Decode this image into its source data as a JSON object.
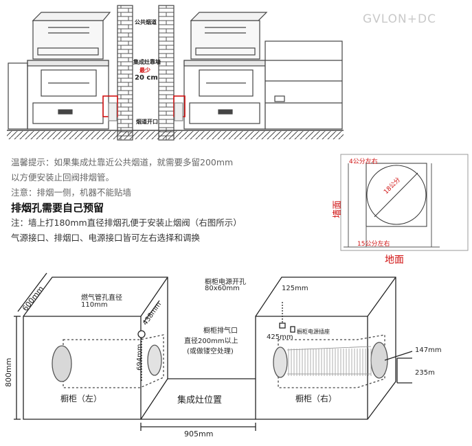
{
  "brand": "GVLON+DC",
  "top_diagram": {
    "public_flue": "公共烟道",
    "wall_label": "集成灶靠墙",
    "at_least": "最少",
    "gap": "20 cm",
    "flue_opening": "烟道开口"
  },
  "notes": {
    "tip_line1": "温馨提示：如果集成灶靠近公共烟道，就需要多留200mm",
    "tip_line2": "以方便安装止回阀排烟管。",
    "attention": "注意：排烟一侧，机器不能贴墙",
    "heading": "排烟孔需要自己预留",
    "line_a": "注：墙上打180mm直径排烟孔便于安装止烟阀（右图所示）",
    "line_b": "气源接口、排烟口、电源接口皆可左右选择和调换"
  },
  "hole_diagram": {
    "top_margin": "4公分左右",
    "diameter": "18公分",
    "bottom_margin": "15公分左右",
    "wall": "墙面",
    "floor": "地面"
  },
  "bottom_diagram": {
    "depth": "600mm",
    "height": "800mm",
    "gas_hole_title": "燃气管孔直径",
    "gas_hole_size": "110mm",
    "dim_438": "438mm",
    "dim_694": "694mm",
    "cabinet_left": "橱柜（左）",
    "stove_position": "集成灶位置",
    "gap_width": "905mm",
    "power_hole_title": "橱柜电源开孔",
    "power_hole_size": "80x60mm",
    "dim_125": "125mm",
    "exhaust_title": "橱柜排气口",
    "exhaust_size": "直径200mm以上",
    "exhaust_note": "(或做镂空处理)",
    "dim_425": "425mm",
    "socket_label": "橱柜电源插座",
    "dim_147": "147mm",
    "dim_235": "235m",
    "cabinet_right": "橱柜（右）"
  }
}
